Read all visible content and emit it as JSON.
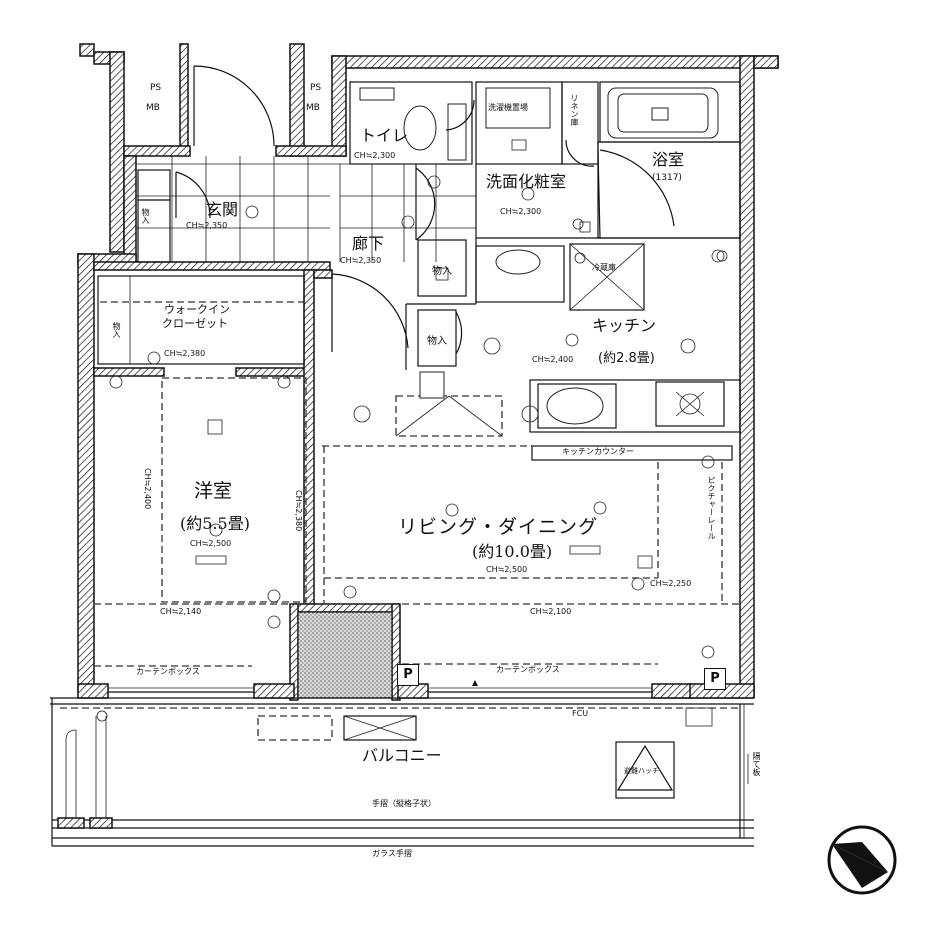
{
  "rooms": {
    "ps_mb_left": {
      "ps": "PS",
      "mb": "MB"
    },
    "ps_mb_right": {
      "ps": "PS",
      "mb": "MB"
    },
    "toilet": {
      "label": "トイレ",
      "ch": "CH≒2,300"
    },
    "washroom": {
      "label": "洗面化粧室",
      "ch": "CH≒2,300"
    },
    "washer_label": "洗濯機置場",
    "linen_label": "リネン庫",
    "bathroom": {
      "label": "浴室",
      "size": "(1317)"
    },
    "entrance": {
      "label": "玄関",
      "ch": "CH≒2,350"
    },
    "hallway": {
      "label": "廊下",
      "ch": "CH≒2,350"
    },
    "closet_storage": "物入",
    "storage1": "物入",
    "storage2": "物入",
    "fridge": "冷蔵庫",
    "kitchen": {
      "label": "キッチン",
      "ch": "CH≒2,400",
      "size": "(約2.8畳)"
    },
    "walkin": {
      "label_line1": "ウォークイン",
      "label_line2": "クローゼット",
      "ch": "CH≒2,380"
    },
    "western": {
      "label": "洋室",
      "size": "(約5.5畳)",
      "ch": "CH≒2,500",
      "ch_left": "CH≒2,400",
      "ch_right": "CH≒2,380",
      "ch_bottom": "CH≒2,140"
    },
    "living": {
      "label": "リビング・ダイニング",
      "size": "(約10.0畳)",
      "ch": "CH≒2,500",
      "ch_right": "CH≒2,250",
      "ch_bottom": "CH≒2,100"
    },
    "kitchen_counter": "キッチンカウンター",
    "curtain_rail": "ピクチャーレール",
    "curtain_box_left": "カーテンボックス",
    "curtain_box_right": "カーテンボックス",
    "balcony": "バルコニー",
    "evac_hatch": "避難ハッチ",
    "partition": "隔て板",
    "handrail_upper": "手摺（縦格子状）",
    "handrail_lower": "ガラス手摺",
    "p_left": "P",
    "p_right": "P",
    "fcu": "FCU"
  },
  "compass": {
    "icon": "north-arrow-icon"
  }
}
